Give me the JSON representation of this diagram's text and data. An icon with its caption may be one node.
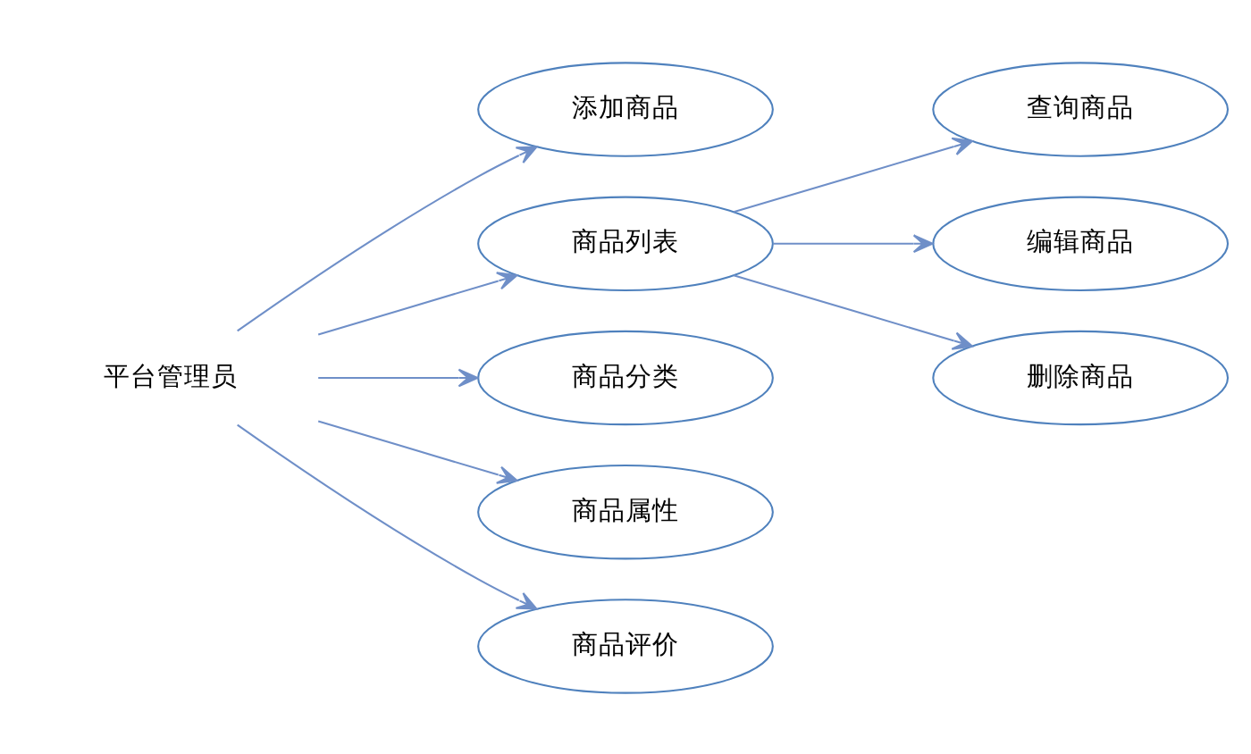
{
  "diagram": {
    "nodes": [
      {
        "text": [
          "平台管理员"
        ]
      },
      {
        "text": [
          "添加商品"
        ]
      },
      {
        "text": [
          "商品列表"
        ]
      },
      {
        "text": [
          "商品分类"
        ]
      },
      {
        "text": [
          "商品属性"
        ]
      },
      {
        "text": [
          "商品评价"
        ]
      },
      {
        "text": [
          "查询商品"
        ]
      },
      {
        "text": [
          "编辑商品"
        ]
      },
      {
        "text": [
          "删除商品"
        ]
      }
    ],
    "edges": [
      {
        "from": 0,
        "to": 1,
        "arrow": "to"
      },
      {
        "from": 0,
        "to": 2,
        "arrow": "to"
      },
      {
        "from": 0,
        "to": 3,
        "arrow": "to"
      },
      {
        "from": 0,
        "to": 4,
        "arrow": "to"
      },
      {
        "from": 0,
        "to": 5,
        "arrow": "to"
      },
      {
        "from": 2,
        "to": 6,
        "arrow": "to"
      },
      {
        "from": 2,
        "to": 7,
        "arrow": "to"
      },
      {
        "from": 2,
        "to": 8,
        "arrow": "to"
      }
    ]
  }
}
